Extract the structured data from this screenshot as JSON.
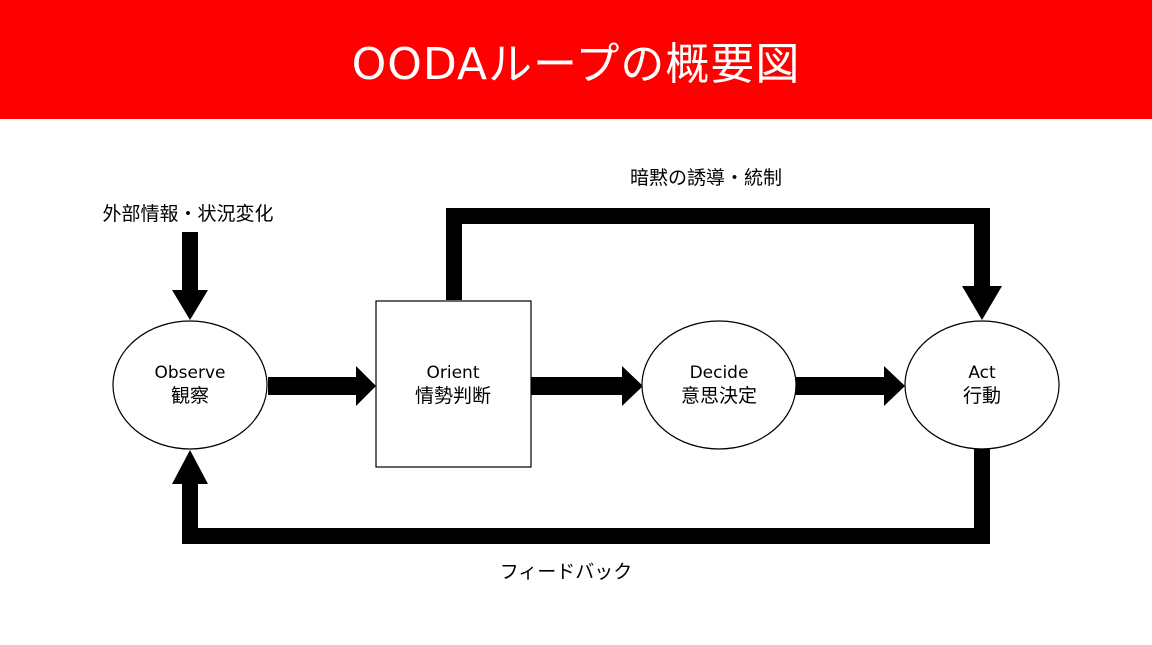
{
  "title": "OODAループの概要図",
  "nodes": {
    "observe": {
      "en": "Observe",
      "ja": "観察"
    },
    "orient": {
      "en": "Orient",
      "ja": "情勢判断"
    },
    "decide": {
      "en": "Decide",
      "ja": "意思決定"
    },
    "act": {
      "en": "Act",
      "ja": "行動"
    }
  },
  "labels": {
    "external_input": "外部情報・状況変化",
    "implicit_guidance": "暗黙の誘導・統制",
    "feedback": "フィードバック"
  },
  "colors": {
    "title_bar": "#ff0000",
    "title_text": "#ffffff",
    "line": "#000000"
  }
}
